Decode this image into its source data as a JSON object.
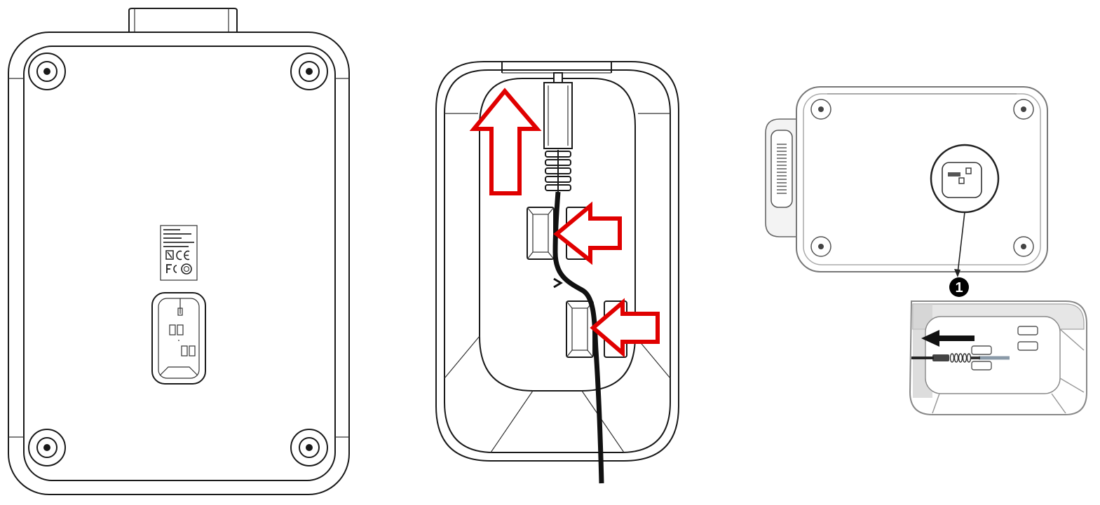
{
  "figure": {
    "panels": [
      {
        "id": "device-bottom-view"
      },
      {
        "id": "cable-routing-view"
      },
      {
        "id": "cable-removal-detail"
      }
    ],
    "callout_step_number": "1",
    "colors": {
      "line": "#1a1a1a",
      "arrow_red": "#e00000",
      "shadow_gray": "#9a9a9a",
      "background": "#ffffff"
    },
    "icons": [
      "fcc-icon",
      "ce-mark-icon",
      "rcm-mark-icon",
      "weee-icon"
    ]
  }
}
